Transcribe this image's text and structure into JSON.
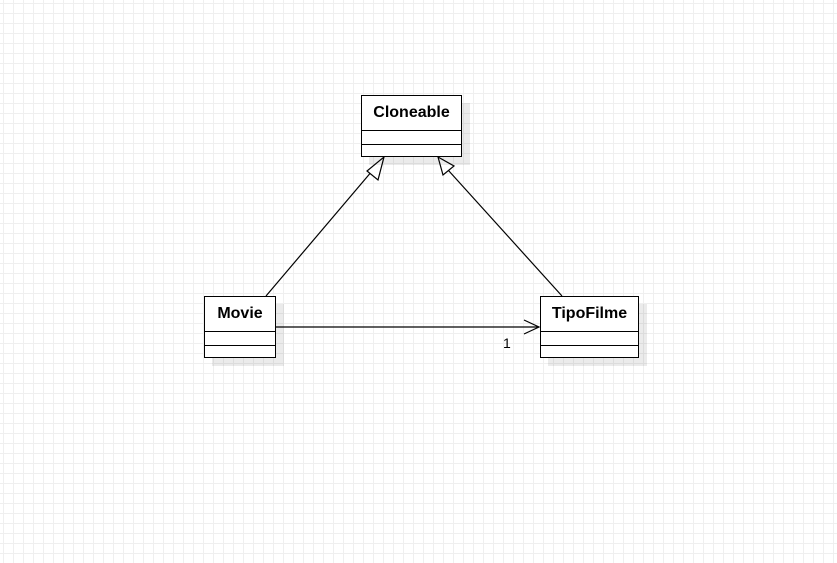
{
  "diagram": {
    "classes": [
      {
        "id": "cloneable",
        "name": "Cloneable"
      },
      {
        "id": "movie",
        "name": "Movie"
      },
      {
        "id": "tipofilme",
        "name": "TipoFilme"
      }
    ],
    "relations": [
      {
        "type": "generalization",
        "from": "movie",
        "to": "cloneable"
      },
      {
        "type": "generalization",
        "from": "tipofilme",
        "to": "cloneable"
      },
      {
        "type": "association",
        "from": "movie",
        "to": "tipofilme",
        "target_multiplicity": "1"
      }
    ]
  }
}
